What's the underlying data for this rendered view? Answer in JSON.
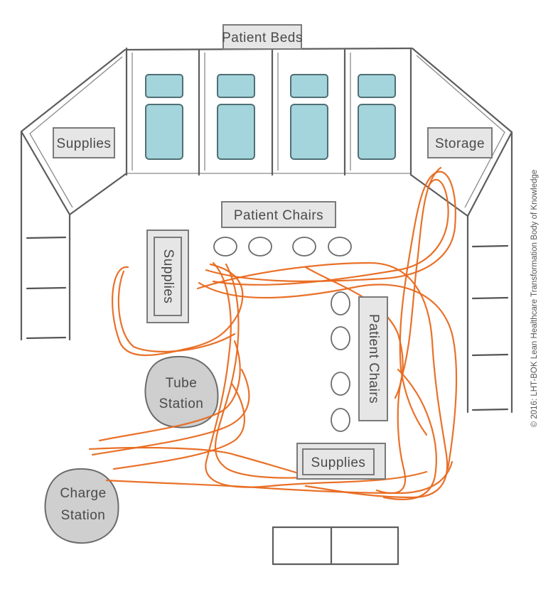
{
  "labels": {
    "patient_beds": "Patient Beds",
    "supplies_left": "Supplies",
    "storage": "Storage",
    "patient_chairs_top": "Patient Chairs",
    "supplies_vertical": "Supplies",
    "patient_chairs_side": "Patient Chairs",
    "tube_station_line1": "Tube",
    "tube_station_line2": "Station",
    "charge_station_line1": "Charge",
    "charge_station_line2": "Station",
    "supplies_bottom": "Supplies"
  },
  "copyright": "© 2016: LHT-BOK Lean Healthcare Transformation Body of Knowledge",
  "colors": {
    "bed": "#a4d4dc",
    "walking_path": "#e8691e",
    "label_box": "#e6e6e6",
    "station": "#cfcfcf"
  }
}
